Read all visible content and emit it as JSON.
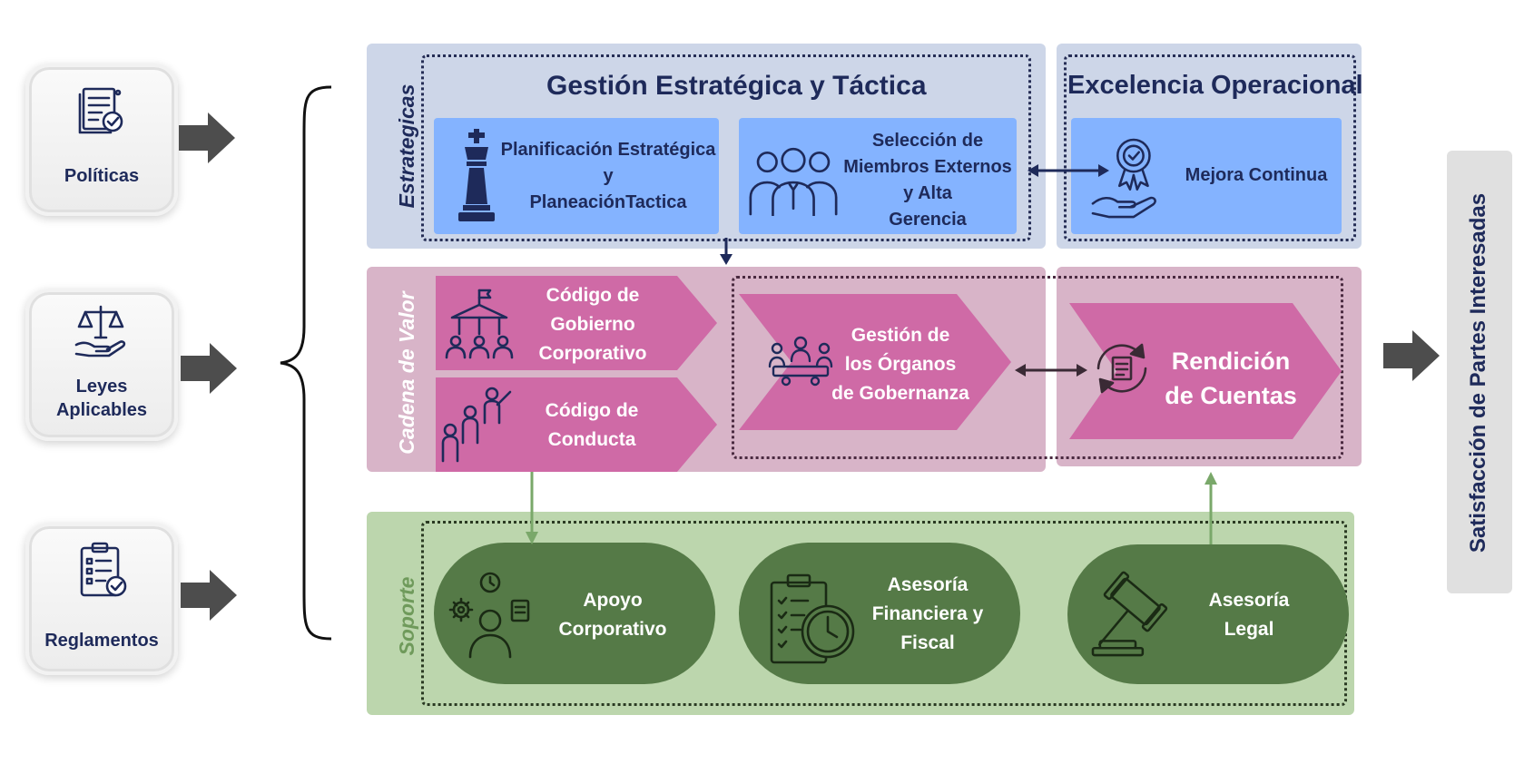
{
  "inputs": {
    "politicas": "Políticas",
    "leyes_line1": "Leyes",
    "leyes_line2": "Aplicables",
    "reglamentos": "Reglamentos"
  },
  "side_labels": {
    "estrategicas": "Estrategicas",
    "cadena": "Cadena de Valor",
    "soporte": "Soporte"
  },
  "strategic": {
    "title": "Gestión Estratégica y Táctica",
    "planificacion_line1": "Planificación Estratégica",
    "planificacion_line2": "y",
    "planificacion_line3": "PlaneaciónTactica",
    "seleccion_line1": "Selección de",
    "seleccion_line2": "Miembros Externos",
    "seleccion_line3": "y Alta",
    "seleccion_line4": "Gerencia"
  },
  "excellence": {
    "title": "Excelencia Operacional",
    "mejora": "Mejora Continua"
  },
  "value_chain": {
    "codigo_gobierno_line1": "Código de",
    "codigo_gobierno_line2": "Gobierno",
    "codigo_gobierno_line3": "Corporativo",
    "codigo_conducta_line1": "Código de",
    "codigo_conducta_line2": "Conducta",
    "gestion_organos_line1": "Gestión de",
    "gestion_organos_line2": "los Órganos",
    "gestion_organos_line3": "de Gobernanza",
    "rendicion_line1": "Rendición",
    "rendicion_line2": "de Cuentas"
  },
  "support": {
    "apoyo_line1": "Apoyo",
    "apoyo_line2": "Corporativo",
    "financiera_line1": "Asesoría",
    "financiera_line2": "Financiera y",
    "financiera_line3": "Fiscal",
    "legal_line1": "Asesoría",
    "legal_line2": "Legal"
  },
  "output": {
    "satisfaccion": "Satisfacción de Partes Interesadas"
  },
  "colors": {
    "navy": "#1e2a5a",
    "strategic_band": "#cdd6e8",
    "blue_box": "#84b3ff",
    "value_band": "#d8b4c8",
    "magenta": "#cf6aa6",
    "support_band": "#bcd6ad",
    "green_pill": "#557a47",
    "support_text": "#6f9a5b",
    "grey_arrow": "#4d4d4d",
    "output_panel": "#e0e0e0"
  },
  "icons": {
    "politicas": "policy-document-icon",
    "leyes": "scales-hand-icon",
    "reglamentos": "checklist-clipboard-icon",
    "planificacion": "chess-king-icon",
    "seleccion": "business-team-icon",
    "mejora": "award-hand-icon",
    "codigo_gobierno": "governance-building-icon",
    "codigo_conducta": "presenter-group-icon",
    "gestion_organos": "meeting-table-icon",
    "rendicion": "cycle-document-icon",
    "apoyo": "person-gears-icon",
    "financiera": "clipboard-clock-icon",
    "legal": "gavel-icon"
  }
}
